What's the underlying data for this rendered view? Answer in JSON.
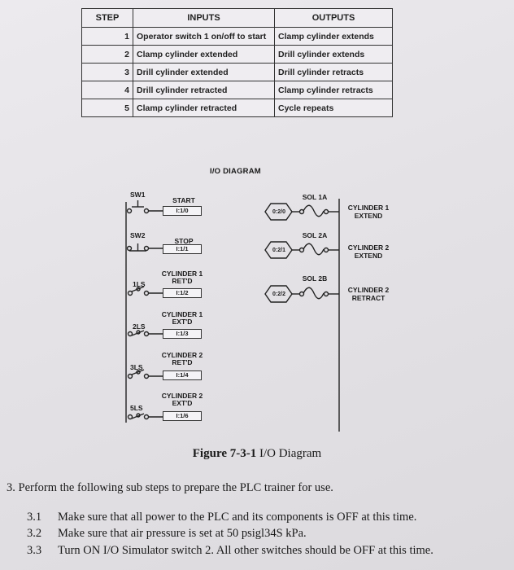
{
  "table": {
    "headers": {
      "step": "STEP",
      "inputs": "INPUTS",
      "outputs": "OUTPUTS"
    },
    "rows": [
      {
        "step": "1",
        "input": "Operator switch 1 on/off to start",
        "output": "Clamp cylinder extends"
      },
      {
        "step": "2",
        "input": "Clamp cylinder extended",
        "output": "Drill cylinder extends"
      },
      {
        "step": "3",
        "input": "Drill cylinder extended",
        "output": "Drill cylinder retracts"
      },
      {
        "step": "4",
        "input": "Drill cylinder retracted",
        "output": "Clamp cylinder retracts"
      },
      {
        "step": "5",
        "input": "Clamp cylinder retracted",
        "output": "Cycle repeats"
      }
    ]
  },
  "diagram": {
    "title": "I/O DIAGRAM",
    "inputs": [
      {
        "tag": "SW1",
        "name_l1": "START",
        "name_l2": "",
        "addr": "I:1/0"
      },
      {
        "tag": "SW2",
        "name_l1": "STOP",
        "name_l2": "",
        "addr": "I:1/1"
      },
      {
        "tag": "1LS",
        "name_l1": "CYLINDER 1",
        "name_l2": "RET'D",
        "addr": "I:1/2"
      },
      {
        "tag": "2LS",
        "name_l1": "CYLINDER 1",
        "name_l2": "EXT'D",
        "addr": "I:1/3"
      },
      {
        "tag": "3LS",
        "name_l1": "CYLINDER 2",
        "name_l2": "RET'D",
        "addr": "I:1/4"
      },
      {
        "tag": "5LS",
        "name_l1": "CYLINDER 2",
        "name_l2": "EXT'D",
        "addr": "I:1/6"
      }
    ],
    "outputs": [
      {
        "addr": "0:2/0",
        "sol": "SOL 1A",
        "name_l1": "CYLINDER 1",
        "name_l2": "EXTEND"
      },
      {
        "addr": "0:2/1",
        "sol": "SOL 2A",
        "name_l1": "CYLINDER 2",
        "name_l2": "EXTEND"
      },
      {
        "addr": "0:2/2",
        "sol": "SOL 2B",
        "name_l1": "CYLINDER 2",
        "name_l2": "RETRACT"
      }
    ]
  },
  "caption": {
    "number": "Figure 7-3-1",
    "text": " I/O Diagram"
  },
  "step3": "3.   Perform the following sub steps to prepare the PLC trainer for use.",
  "substeps": [
    {
      "num": "3.1",
      "text": "Make sure that all power to the PLC and its components is OFF at this time."
    },
    {
      "num": "3.2",
      "text": "Make sure that air pressure is set at 50 psigl34S kPa."
    },
    {
      "num": "3.3",
      "text": "Turn ON I/O Simulator switch 2. All other switches should be OFF at this time."
    }
  ]
}
